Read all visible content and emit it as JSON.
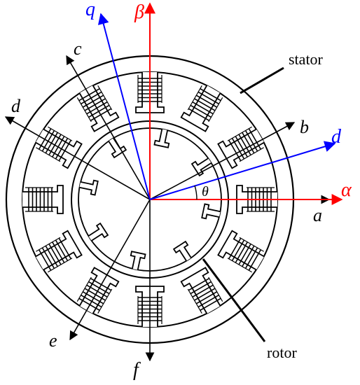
{
  "labels": {
    "stator": "stator",
    "rotor": "rotor",
    "theta": "θ",
    "q_axis": "q",
    "beta_axis": "β",
    "d_axis_rotor": "d",
    "alpha_axis": "α",
    "phase_a": "a",
    "phase_b": "b",
    "phase_c": "c",
    "phase_d": "d",
    "phase_e": "e",
    "phase_f": "f"
  },
  "colors": {
    "outline": "#000000",
    "alpha_beta_axes": "#ff0000",
    "dq_axes": "#0000ff",
    "background": "#ffffff"
  },
  "machine": {
    "stator_teeth": 12,
    "rotor_poles": 8
  }
}
